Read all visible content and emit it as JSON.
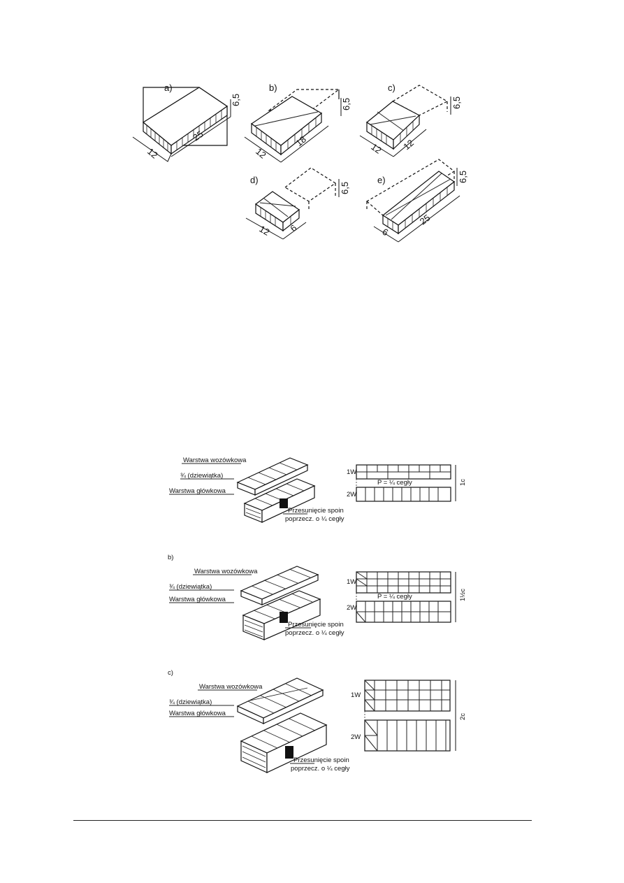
{
  "figure1": {
    "panels": [
      {
        "id": "a",
        "label": "a)",
        "dims": [
          "12",
          "25",
          "6,5"
        ]
      },
      {
        "id": "b",
        "label": "b)",
        "dims": [
          "12",
          "18",
          "6,5"
        ]
      },
      {
        "id": "c",
        "label": "c)",
        "dims": [
          "12",
          "12",
          "6,5"
        ]
      },
      {
        "id": "d",
        "label": "d)",
        "dims": [
          "12",
          "6",
          "6,5"
        ]
      },
      {
        "id": "e",
        "label": "e)",
        "dims": [
          "6",
          "25",
          "6,5"
        ]
      }
    ]
  },
  "figure2": {
    "panels": [
      {
        "label": "",
        "top_layer": "Warstwa wozówkowa",
        "three_quarter": "¾ (dziewiątka)",
        "bottom_layer": "Warstwa główkowa",
        "offset_line1": "Przesunięcie spoin",
        "offset_line2": "poprzecz. o ¼ cegły",
        "row1": "1W",
        "row2": "2W",
        "shift": "P = ¼ cegły",
        "thickness": "1c"
      },
      {
        "label": "b)",
        "top_layer": "Warstwa wozówkowa",
        "three_quarter": "¾ (dziewiątka)",
        "bottom_layer": "Warstwa główkowa",
        "offset_line1": "Przesunięcie spoin",
        "offset_line2": "poprzecz. o ¼ cegły",
        "row1": "1W",
        "row2": "2W",
        "shift": "P = ¼ cegły",
        "thickness": "1½c"
      },
      {
        "label": "c)",
        "top_layer": "Warstwa wozówkowa",
        "three_quarter": "¾ (dziewiątka)",
        "bottom_layer": "Warstwa główkowa",
        "offset_line1": "Przesunięcie spoin",
        "offset_line2": "poprzecz. o ¼ cegły",
        "row1": "1W",
        "row2": "2W",
        "shift": "",
        "thickness": "2c"
      }
    ]
  }
}
